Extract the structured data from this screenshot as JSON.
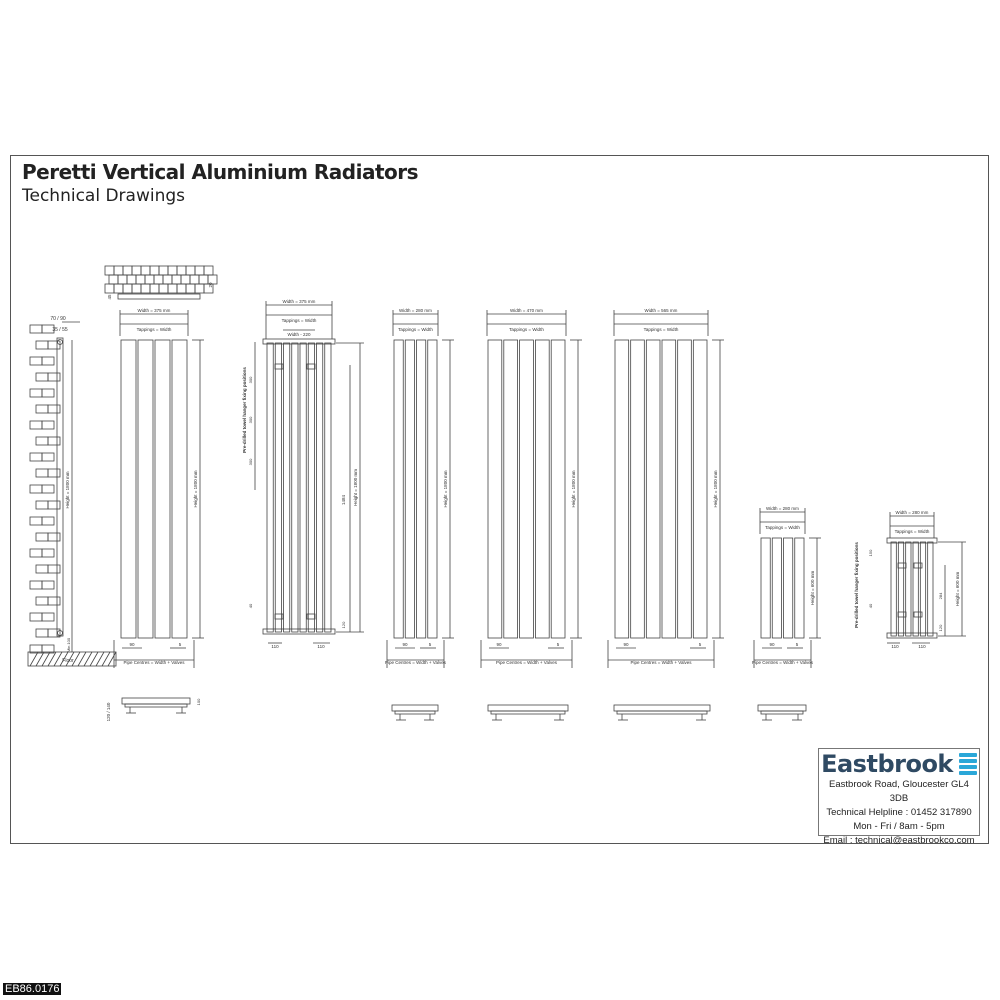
{
  "header": {
    "title": "Peretti Vertical Aluminium Radiators",
    "subtitle": "Technical Drawings"
  },
  "labels": {
    "width_375": "Width = 375 mm",
    "width_280": "Width = 280 mm",
    "width_470": "Width = 470 mm",
    "width_565": "Width = 565 mm",
    "tappings": "Tappings = Width",
    "width_220": "Width - 220",
    "height_1800": "Height = 1800 mm",
    "height_600": "Height = 600 mm",
    "pipe_centres": "Pipe Centres = Width + Valves",
    "d90": "90",
    "d5": "5",
    "d110": "110",
    "d300": "300",
    "d40": "40",
    "d120": "120",
    "d1484": "1484",
    "d150": "150",
    "d284": "284",
    "towel": "Pre-drilled towel hanger fixing positions",
    "wall_offset": "70 / 90",
    "wall_offset2": "35 / 55",
    "min_floor": "Min 100",
    "floor": "Floor",
    "depth": "120 / 140",
    "d100": "100",
    "d20": "20",
    "d45": "45"
  },
  "contact": {
    "brand": "Eastbrook",
    "address": "Eastbrook Road, Gloucester GL4 3DB",
    "helpline": "Technical Helpline : 01452 317890",
    "hours": "Mon - Fri / 8am - 5pm",
    "email": "Email : technical@eastbrookco.com"
  },
  "code": "EB86.0176",
  "colors": {
    "brand": "#2f4a63",
    "accent": "#2aa7d8",
    "line": "#444444"
  }
}
